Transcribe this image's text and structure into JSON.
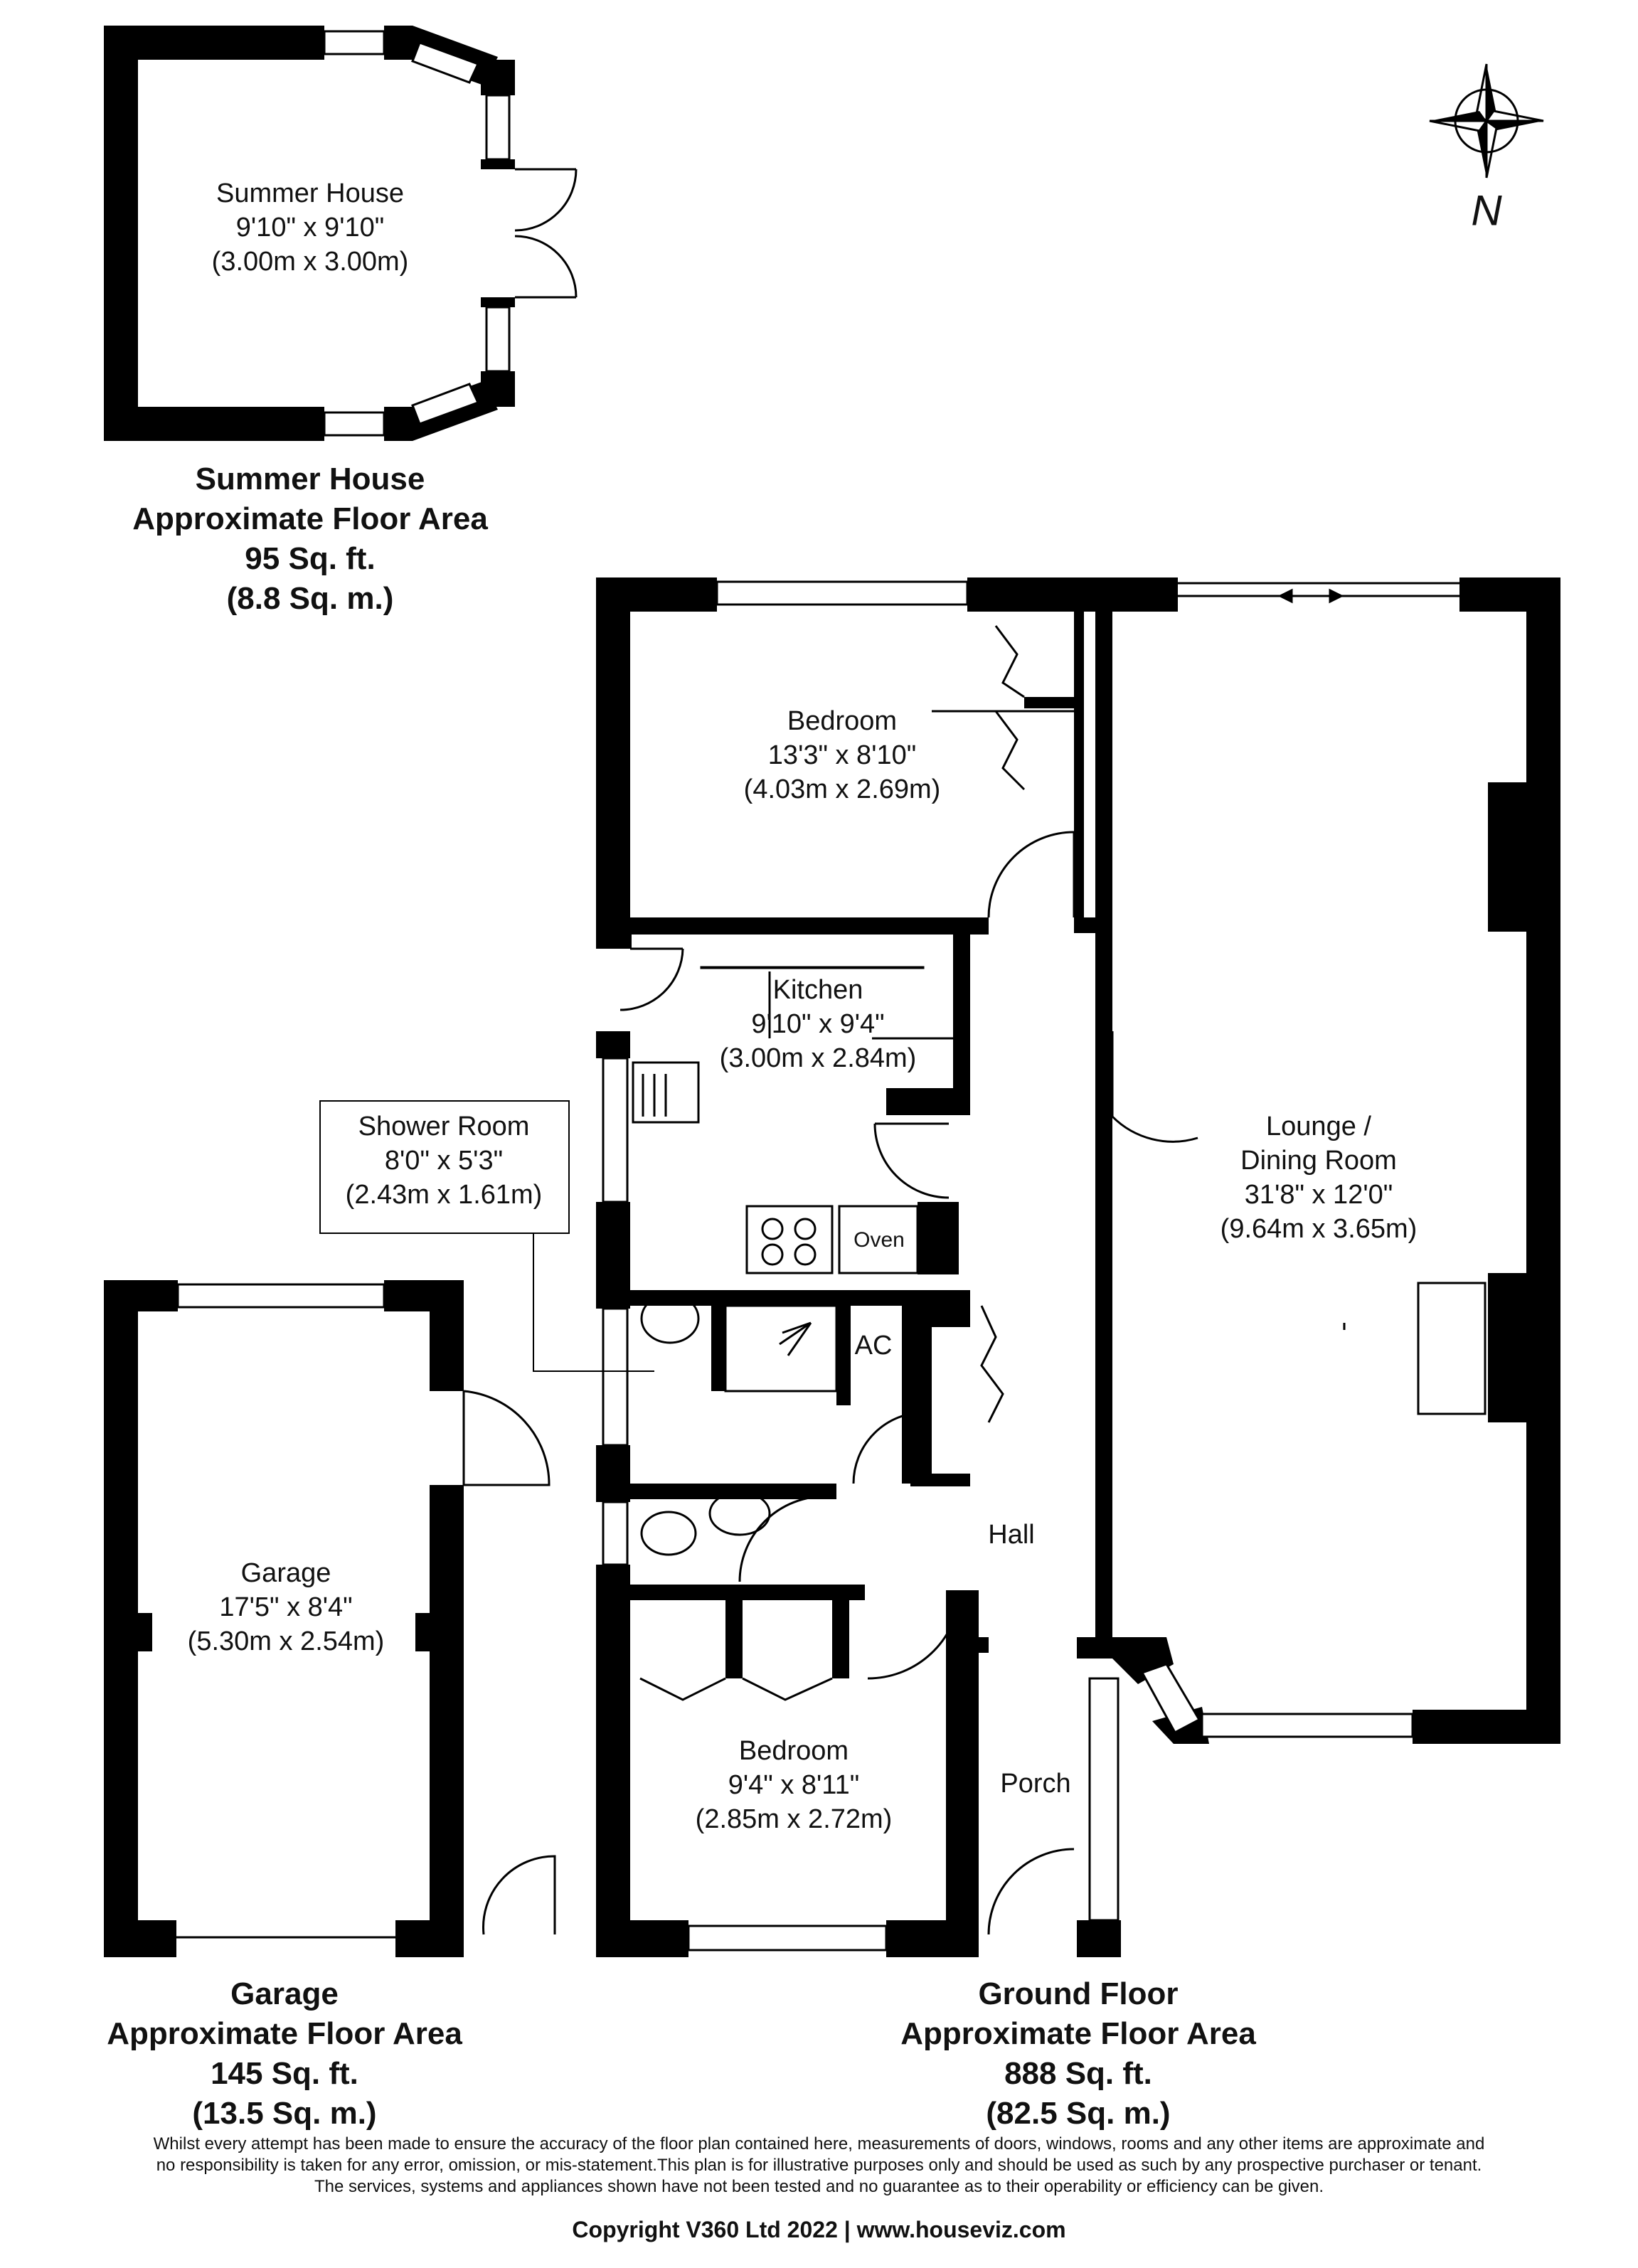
{
  "rooms": {
    "summer_house": {
      "name": "Summer House",
      "imperial": "9'10\" x 9'10\"",
      "metric": "(3.00m x 3.00m)"
    },
    "bedroom_1": {
      "name": "Bedroom",
      "imperial": "13'3\" x 8'10\"",
      "metric": "(4.03m x 2.69m)"
    },
    "kitchen": {
      "name": "Kitchen",
      "imperial": "9'10\" x 9'4\"",
      "metric": "(3.00m x 2.84m)"
    },
    "shower_room": {
      "name": "Shower Room",
      "imperial": "8'0\" x 5'3\"",
      "metric": "(2.43m x 1.61m)"
    },
    "lounge": {
      "name_1": "Lounge /",
      "name_2": "Dining Room",
      "imperial": "31'8\" x 12'0\"",
      "metric": "(9.64m x 3.65m)"
    },
    "garage": {
      "name": "Garage",
      "imperial": "17'5\" x 8'4\"",
      "metric": "(5.30m x 2.54m)"
    },
    "bedroom_2": {
      "name": "Bedroom",
      "imperial": "9'4\" x 8'11\"",
      "metric": "(2.85m x 2.72m)"
    },
    "hall": {
      "name": "Hall"
    },
    "porch": {
      "name": "Porch"
    },
    "ac": {
      "name": "AC"
    },
    "oven": {
      "name": "Oven"
    }
  },
  "areas": {
    "summer_house": {
      "title": "Summer House",
      "subtitle": "Approximate Floor Area",
      "sqft": "95 Sq. ft.",
      "sqm": "(8.8 Sq. m.)"
    },
    "garage": {
      "title": "Garage",
      "subtitle": "Approximate Floor Area",
      "sqft": "145 Sq. ft.",
      "sqm": "(13.5 Sq. m.)"
    },
    "ground_floor": {
      "title": "Ground Floor",
      "subtitle": "Approximate Floor Area",
      "sqft": "888 Sq. ft.",
      "sqm": "(82.5 Sq. m.)"
    }
  },
  "compass": {
    "label": "N"
  },
  "disclaimer": {
    "line1": "Whilst every attempt has been made to ensure the accuracy of the floor plan contained here, measurements of doors, windows, rooms and any other items are approximate and",
    "line2": "no responsibility is taken for any error, omission, or mis-statement.This plan is for illustrative purposes only and should be used as such by any prospective purchaser or tenant.",
    "line3": "The services, systems and appliances shown have not been tested and no guarantee as to their operability or efficiency can be given."
  },
  "copyright": "Copyright V360 Ltd 2022 | www.houseviz.com",
  "colors": {
    "wall": "#000000",
    "background": "#ffffff",
    "line": "#222222"
  }
}
